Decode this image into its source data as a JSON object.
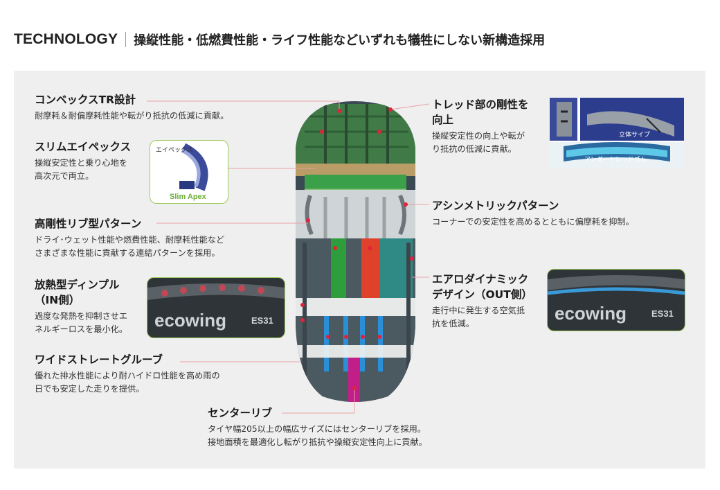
{
  "header": {
    "brand": "TECHNOLOGY",
    "subtitle": "操縦性能・低燃費性能・ライフ性能などいずれも犠牲にしない新構造採用"
  },
  "features": {
    "convex": {
      "title": "コンベックスTR設計",
      "desc": "耐摩耗＆耐偏摩耗性能や転がり抵抗の低減に貢献。"
    },
    "slim_apex": {
      "title": "スリムエイペックス",
      "desc1": "操縦安定性と乗り心地を",
      "desc2": "高次元で両立。"
    },
    "rib": {
      "title": "高剛性リブ型パターン",
      "desc1": "ドライ･ウェット性能や燃費性能、耐摩耗性能など",
      "desc2": "さまざまな性能に貢献する連結パターンを採用。"
    },
    "dimple": {
      "title1": "放熱型ディンプル",
      "title2": "（IN側）",
      "desc1": "過度な発熱を抑制させエ",
      "desc2": "ネルギーロスを最小化。"
    },
    "groove": {
      "title": "ワイドストレートグルーブ",
      "desc1": "優れた排水性能により耐ハイドロ性能を高め雨の",
      "desc2": "日でも安定した走りを提供。"
    },
    "center_rib": {
      "title": "センターリブ",
      "desc1": "タイヤ幅205以上の幅広サイズにはセンターリブを採用。",
      "desc2": "接地面積を最適化し転がり抵抗や操縦安定性向上に貢献。"
    },
    "tread": {
      "title1": "トレッド部の剛性を",
      "title2": "向上",
      "desc1": "操縦安定性の向上や転が",
      "desc2": "り抵抗の低減に貢献。"
    },
    "asym": {
      "title": "アシンメトリックパターン",
      "desc": "コーナーでの安定性を高めるとともに偏摩耗を抑制。"
    },
    "aero": {
      "title1": "エアロダイナミック",
      "title2": "デザイン（OUT側）",
      "desc1": "走行中に発生する空気抵",
      "desc2": "抗を低減。"
    }
  },
  "thumbs": {
    "apex_label": "エイペックス",
    "apex_caption": "Slim Apex",
    "tread_label1": "立体サイプ",
    "tread_label2": "アンダートレッドゴム",
    "sidewall_brand": "ecowing",
    "sidewall_model": "ES31"
  },
  "colors": {
    "accent_line": "#e8a0a6",
    "leader_dot": "#e0223a",
    "green_zone": "#2e9e3c",
    "red_zone": "#e0412a",
    "blue_zone": "#2a8fd6",
    "magenta_zone": "#c21e8a",
    "thumb_border": "#9ccb5a"
  }
}
